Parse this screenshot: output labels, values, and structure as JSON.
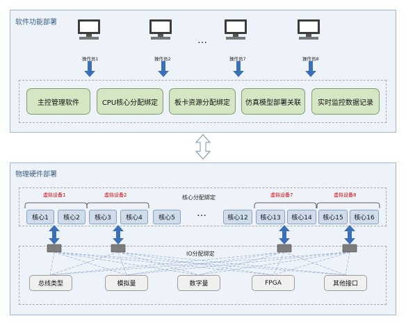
{
  "software": {
    "title": "软件功能部署",
    "operators": [
      "操作员1",
      "操作员2",
      "操作员7",
      "操作员8"
    ],
    "ellipsis": "…",
    "modules": [
      "主控管理软件",
      "CPU核心分配绑定",
      "板卡资源分配绑定",
      "仿真模型部署关联",
      "实时监控数据记录"
    ]
  },
  "hardware": {
    "title": "物理硬件部署",
    "core_binding_label": "核心分配绑定",
    "virtual_devices": [
      "虚拟设备1",
      "虚拟设备2",
      "虚拟设备7",
      "虚拟设备8"
    ],
    "cores": [
      "核心1",
      "核心2",
      "核心3",
      "核心4",
      "核心5",
      "核心12",
      "核心13",
      "核心14",
      "核心15",
      "核心16"
    ],
    "ellipsis": "…",
    "io_binding_label": "IO分配绑定",
    "io_devices": [
      "总线类型",
      "模拟量",
      "数字量",
      "FPGA",
      "其他接口"
    ]
  },
  "colors": {
    "panel_bg": "#eef3f9",
    "panel_border": "#9fb6cc",
    "module_fill": "#d4e6c3",
    "core_fill": "#cfdceb",
    "arrow_blue": "#3b6fb6",
    "virtual_device_text": "#d00000"
  }
}
